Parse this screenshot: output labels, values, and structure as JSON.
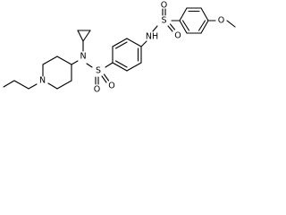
{
  "structure": {
    "atoms": {
      "nh": "NH",
      "n_sulfonamide": "N",
      "n_piperidine": "N",
      "s_top": "S",
      "s_bottom": "S",
      "o_top_left": "O",
      "o_top_right": "O",
      "o_bottom_left": "O",
      "o_bottom_right": "O",
      "o_methoxy": "O"
    }
  }
}
